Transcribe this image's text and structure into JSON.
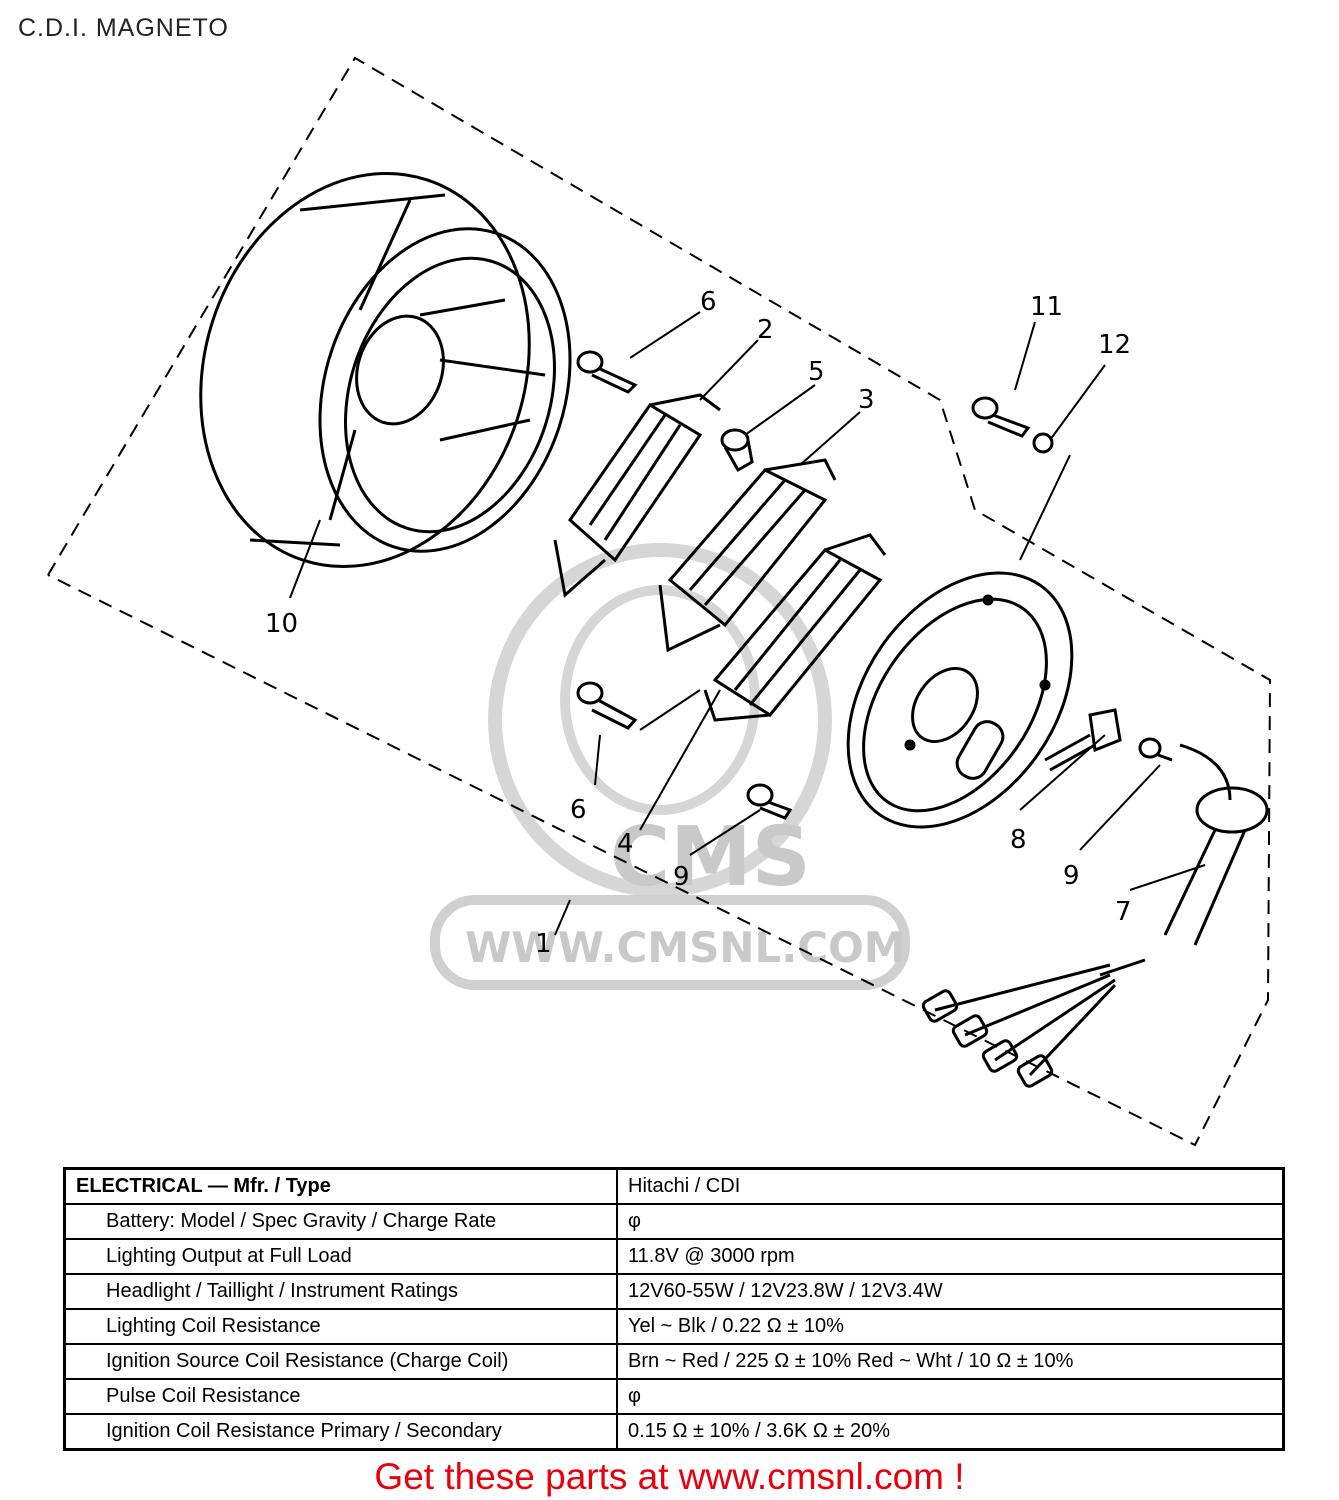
{
  "title": "C.D.I. MAGNETO",
  "callouts": {
    "c1": "1",
    "c2": "2",
    "c3": "3",
    "c4": "4",
    "c5": "5",
    "c6a": "6",
    "c6b": "6",
    "c7": "7",
    "c8": "8",
    "c9a": "9",
    "c9b": "9",
    "c10": "10",
    "c11": "11",
    "c12": "12"
  },
  "watermark": {
    "logo": "CMS",
    "url": "WWW.CMSNL.COM"
  },
  "spec_table": {
    "rows": [
      {
        "label": "ELECTRICAL — Mfr. / Type",
        "value": "Hitachi / CDI"
      },
      {
        "label": "Battery: Model / Spec Gravity / Charge Rate",
        "value": "φ"
      },
      {
        "label": "Lighting Output at Full Load",
        "value": "11.8V @ 3000 rpm"
      },
      {
        "label": "Headlight / Taillight / Instrument Ratings",
        "value": "12V60-55W / 12V23.8W / 12V3.4W"
      },
      {
        "label": "Lighting Coil Resistance",
        "value": "Yel ~ Blk / 0.22 Ω ± 10%"
      },
      {
        "label": "Ignition Source Coil Resistance (Charge Coil)",
        "value": "Brn ~ Red / 225 Ω ± 10%  Red ~ Wht / 10 Ω ± 10%"
      },
      {
        "label": "Pulse Coil Resistance",
        "value": "φ"
      },
      {
        "label": "Ignition Coil Resistance Primary / Secondary",
        "value": "0.15 Ω ± 10% / 3.6K Ω ± 20%"
      }
    ]
  },
  "promo": "Get these parts at www.cmsnl.com !"
}
